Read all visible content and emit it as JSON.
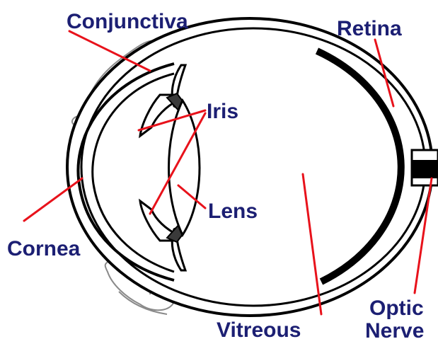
{
  "colors": {
    "label": "#1c1f73",
    "leader": "#e8121b",
    "outline": "#000000",
    "lid": "#8a8a8a",
    "background": "#ffffff"
  },
  "labels": {
    "conjunctiva": "Conjunctiva",
    "retina": "Retina",
    "iris": "Iris",
    "lens": "Lens",
    "cornea": "Cornea",
    "vitreous": "Vitreous",
    "optic_line1": "Optic",
    "optic_line2": "Nerve"
  }
}
